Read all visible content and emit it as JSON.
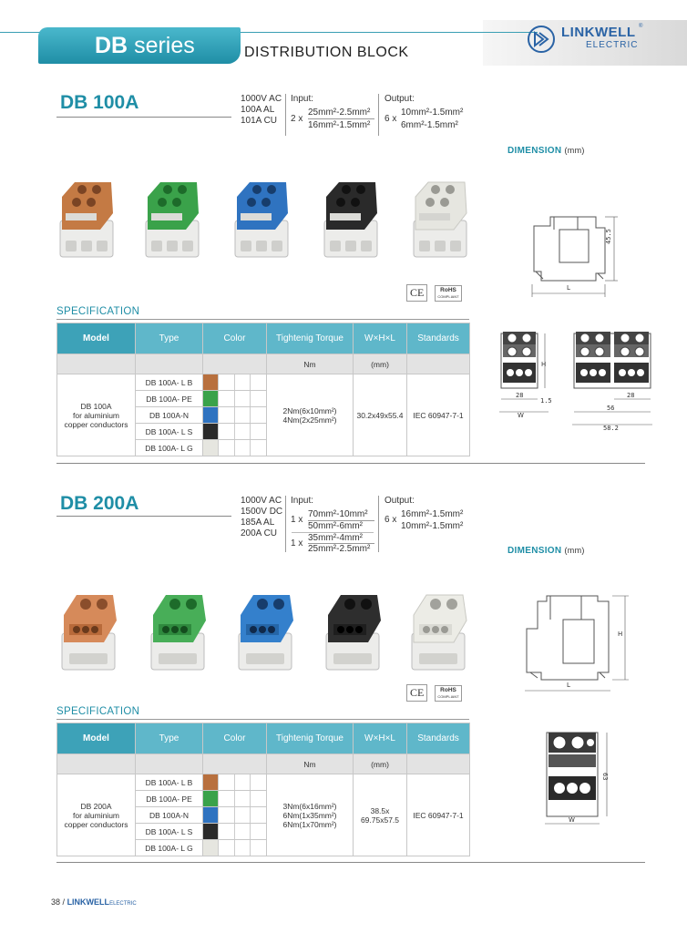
{
  "header": {
    "series_bold": "DB",
    "series_thin": "series",
    "subtitle": "DISTRIBUTION BLOCK",
    "brand": "LINKWELL",
    "brand_sub": "ELECTRIC",
    "brand_reg": "®"
  },
  "db100": {
    "title": "DB 100A",
    "ratings": [
      "1000V AC",
      "100A  AL",
      "101A  CU"
    ],
    "input_label": "Input:",
    "input_mult": "2 x",
    "input_lines": [
      "25mm²-2.5mm²",
      "16mm²-1.5mm²"
    ],
    "output_label": "Output:",
    "output_mult": "6 x",
    "output_lines": [
      "10mm²-1.5mm²",
      "6mm²-1.5mm²"
    ],
    "dimension_label": "DIMENSION",
    "dimension_unit": "(mm)",
    "dims": {
      "h": "45.5",
      "l": "L",
      "H": "H",
      "w28a": "28",
      "w15": "1.5",
      "w28b": "28",
      "W": "W",
      "w56": "56",
      "w582": "58.2"
    },
    "spec_title": "SPECIFICATION",
    "table": {
      "headers": [
        "Model",
        "Type",
        "Color",
        "Tightenig Torque",
        "W×H×L",
        "Standards"
      ],
      "units": [
        "",
        "",
        "",
        "Nm",
        "(mm)",
        ""
      ],
      "model": [
        "DB 100A",
        "for aluminium",
        "copper conductors"
      ],
      "types": [
        "DB 100A- L B",
        "DB 100A- PE",
        "DB 100A-N",
        "DB 100A- L S",
        "DB 100A- L G"
      ],
      "torque": [
        "2Nm(6x10mm²)",
        "4Nm(2x25mm²)"
      ],
      "size": "30.2x49x55.4",
      "standard": "IEC 60947-7-1"
    }
  },
  "db200": {
    "title": "DB 200A",
    "ratings": [
      "1000V AC",
      "1500V DC",
      "185A  AL",
      "200A  CU"
    ],
    "input_label": "Input:",
    "input_groups": [
      {
        "mult": "1 x",
        "lines": [
          "70mm²-10mm²",
          "50mm²-6mm²"
        ]
      },
      {
        "mult": "1 x",
        "lines": [
          "35mm²-4mm²",
          "25mm²-2.5mm²"
        ]
      }
    ],
    "output_label": "Output:",
    "output_mult": "6 x",
    "output_lines": [
      "16mm²-1.5mm²",
      "10mm²-1.5mm²"
    ],
    "dimension_label": "DIMENSION",
    "dimension_unit": "(mm)",
    "dims": {
      "H": "H",
      "L": "L",
      "d63": "63",
      "W": "W"
    },
    "spec_title": "SPECIFICATION",
    "table": {
      "headers": [
        "Model",
        "Type",
        "Color",
        "Tightenig Torque",
        "W×H×L",
        "Standards"
      ],
      "units": [
        "",
        "",
        "",
        "Nm",
        "(mm)",
        ""
      ],
      "model": [
        "DB 200A",
        "for aluminium",
        "copper conductors"
      ],
      "types": [
        "DB 100A- L B",
        "DB 100A- PE",
        "DB 100A-N",
        "DB 100A- L S",
        "DB 100A- L G"
      ],
      "torque": [
        "3Nm(6x16mm²)",
        "6Nm(1x35mm²)",
        "6Nm(1x70mm²)"
      ],
      "size": [
        "38.5x",
        "69.75x57.5"
      ],
      "standard": "IEC 60947-7-1"
    }
  },
  "marks": {
    "ce": "CE",
    "rohs": "RoHS",
    "rohs_sub": "COMPLIANT"
  },
  "colors": {
    "accent": "#1f8ea6",
    "brown": "#b8703e",
    "green": "#3aa24a",
    "blue": "#2f73c0",
    "black": "#2a2a2a",
    "grey": "#e6e6e0"
  },
  "footer": {
    "page": "38",
    "slash": "/",
    "brand": "LINKWELL",
    "brand_sub": "ELECTRIC"
  }
}
